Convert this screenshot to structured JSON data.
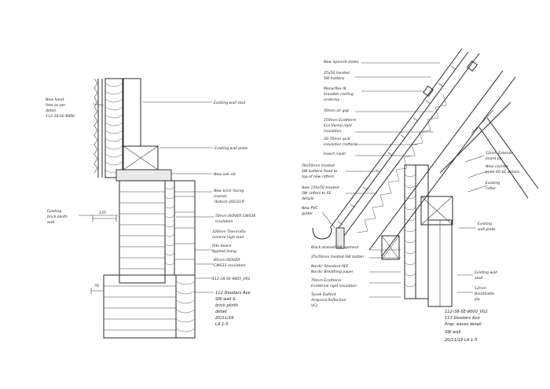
{
  "left_detail": {
    "notes": [
      {
        "id": "existing-timber-frame",
        "lines": [
          "New hand",
          "tiles as per",
          "detail",
          "112-38-SE-9000"
        ]
      },
      {
        "id": "existing-wall-stud",
        "lines": [
          "Existing wall stud"
        ]
      },
      {
        "id": "existing-wall-plate",
        "lines": [
          "Existing wall plate"
        ]
      },
      {
        "id": "new-oak-sill",
        "lines": [
          "New oak sill"
        ]
      },
      {
        "id": "new-brick-facing",
        "lines": [
          "New brick facing",
          "(name)",
          "'Ibstock 2023/19'"
        ]
      },
      {
        "id": "existing-brick-plinth",
        "lines": [
          "Existing",
          "brick plinth",
          "wall"
        ]
      },
      {
        "id": "insulation",
        "lines": [
          "50mm ISOVER CWS36",
          "insulation"
        ]
      },
      {
        "id": "battens",
        "lines": [
          "100mm Thermafix",
          "mineral high load"
        ]
      },
      {
        "id": "membrane",
        "lines": [
          "Ritu board",
          "applied lining"
        ]
      },
      {
        "id": "isover-insulation",
        "lines": [
          "85mm ISOVER",
          "CWS32 insulation"
        ]
      },
      {
        "id": "detail-ref",
        "lines": [
          "112-38-SE-9005_V02"
        ]
      },
      {
        "id": "title-block",
        "lines": [
          "112 Deodars Ave",
          "SW wall &",
          "brick plinth",
          "detail",
          "20/11/19",
          "LA   1:5"
        ]
      }
    ],
    "dims": [
      "135",
      "70"
    ]
  },
  "right_detail": {
    "notes": [
      {
        "id": "natural-slates",
        "lines": [
          "New Spanish slates"
        ]
      },
      {
        "id": "batten",
        "lines": [
          "25x50 treated",
          "SW battens"
        ]
      },
      {
        "id": "membrane-roof",
        "lines": [
          "Monarflex III",
          "breather roofing",
          "underlay"
        ]
      },
      {
        "id": "air-gap",
        "lines": [
          "50mm air gap"
        ]
      },
      {
        "id": "pir-insulation",
        "lines": [
          "150mm Ecotherm",
          "Eco-Versal rigid",
          "insulation"
        ]
      },
      {
        "id": "quilt",
        "lines": [
          "20-70mm quilt",
          "insulation (rafters)"
        ]
      },
      {
        "id": "insect-mesh",
        "lines": [
          "Insect mesh"
        ]
      },
      {
        "id": "counter-battens",
        "lines": [
          "50x50mm treated",
          "SW battens fixed to",
          "top of new rafters"
        ]
      },
      {
        "id": "new-rafters",
        "lines": [
          "New 150x50 treated",
          "SW rafters to SE",
          "details"
        ]
      },
      {
        "id": "new-pvc-gutter",
        "lines": [
          "New PVC",
          "gutter"
        ]
      },
      {
        "id": "black-stained-upstand",
        "lines": [
          "Black stained SW upstand"
        ]
      },
      {
        "id": "sw-batten",
        "lines": [
          "25x50mm treated SW batten"
        ]
      },
      {
        "id": "nordic-standard",
        "lines": [
          "Nordic Standard AEF",
          "Nordic Breathing paper"
        ]
      },
      {
        "id": "ecotherm-board",
        "lines": [
          "70mm Ecotherm",
          "EcoVersal rigid insulation"
        ]
      },
      {
        "id": "tyvek-vcl",
        "lines": [
          "Tyvek DuPont",
          "Airguard Reflective",
          "VCL"
        ]
      },
      {
        "id": "existing-fascia",
        "lines": [
          "12mm Exterior",
          "board ply",
          "New counter",
          "plate 60 SE details"
        ]
      },
      {
        "id": "existing-rafter",
        "lines": [
          "Existing",
          "rafter"
        ]
      },
      {
        "id": "existing-wall-plate-r",
        "lines": [
          "Existing",
          "wall plate"
        ]
      },
      {
        "id": "existing-wall-stud-r",
        "lines": [
          "Existing wall",
          "stud"
        ]
      },
      {
        "id": "breather-ply",
        "lines": [
          "12mm",
          "Breathable",
          "ply"
        ]
      },
      {
        "id": "title-block-r",
        "lines": [
          "112-38-SE-9000_V02",
          "113 Deodars Ave",
          "Prop. eaves detail",
          "SW wall",
          "20/11/19  LA  1:5"
        ]
      }
    ]
  }
}
